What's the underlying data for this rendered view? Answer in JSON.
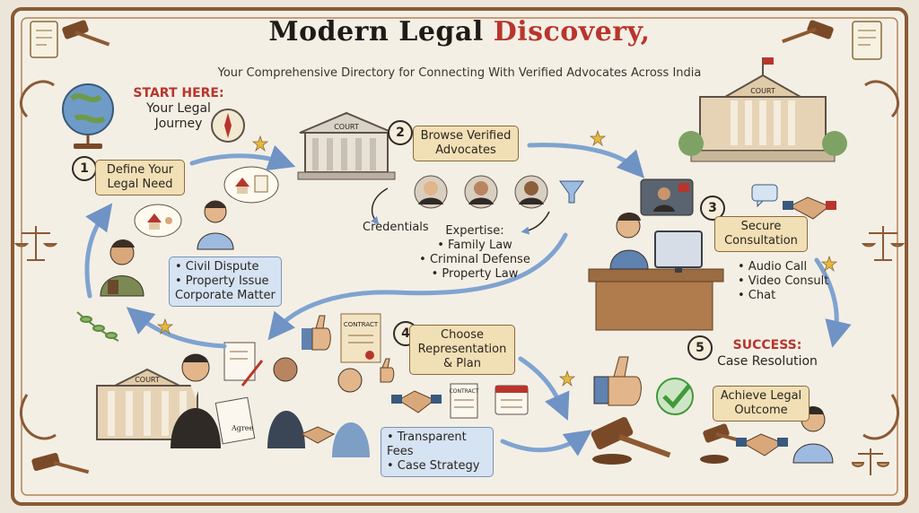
{
  "header": {
    "title_main": "Modern Legal",
    "title_accent": "Discovery,",
    "subtitle": "Your Comprehensive Directory for Connecting With Verified Advocates Across India"
  },
  "start": {
    "heading": "START HERE:",
    "line1": "Your Legal",
    "line2": "Journey"
  },
  "steps": [
    {
      "number": "1",
      "line1": "Define Your",
      "line2": "Legal Need",
      "line3": ""
    },
    {
      "number": "2",
      "line1": "Browse Verified",
      "line2": "Advocates",
      "line3": ""
    },
    {
      "number": "3",
      "line1": "Secure",
      "line2": "Consultation",
      "line3": ""
    },
    {
      "number": "4",
      "line1": "Choose",
      "line2": "Representation",
      "line3": "& Plan"
    },
    {
      "number": "5",
      "line1": "SUCCESS:",
      "line2": "Case Resolution",
      "line3": ""
    }
  ],
  "needs": [
    "• Civil Dispute",
    "• Property Issue",
    "Corporate Matter"
  ],
  "credentials_label": "Credentials",
  "expertise": {
    "heading": "Expertise:",
    "items": [
      "• Family Law",
      "• Criminal Defense",
      "• Property Law"
    ]
  },
  "consultation_modes": [
    "• Audio Call",
    "• Video Consult",
    "• Chat"
  ],
  "plan_items": [
    "• Transparent Fees",
    "• Case Strategy"
  ],
  "outcome": {
    "line1": "Achieve Legal",
    "line2": "Outcome"
  },
  "signs": {
    "court_top": "COURT",
    "court_right": "COURT",
    "court_bottom": "COURT"
  },
  "documents": {
    "contract": "CONTRACT",
    "contract_small": "CONTRACT",
    "signature": "Agree"
  },
  "colors": {
    "paper": "#f4efe5",
    "frame": "#8a5a34",
    "accent_red": "#b8352c",
    "step_box": "#f1dfb5",
    "list_box": "#d5e3f2",
    "arrow": "#7fa3d0",
    "check_green": "#3f9a3a"
  }
}
